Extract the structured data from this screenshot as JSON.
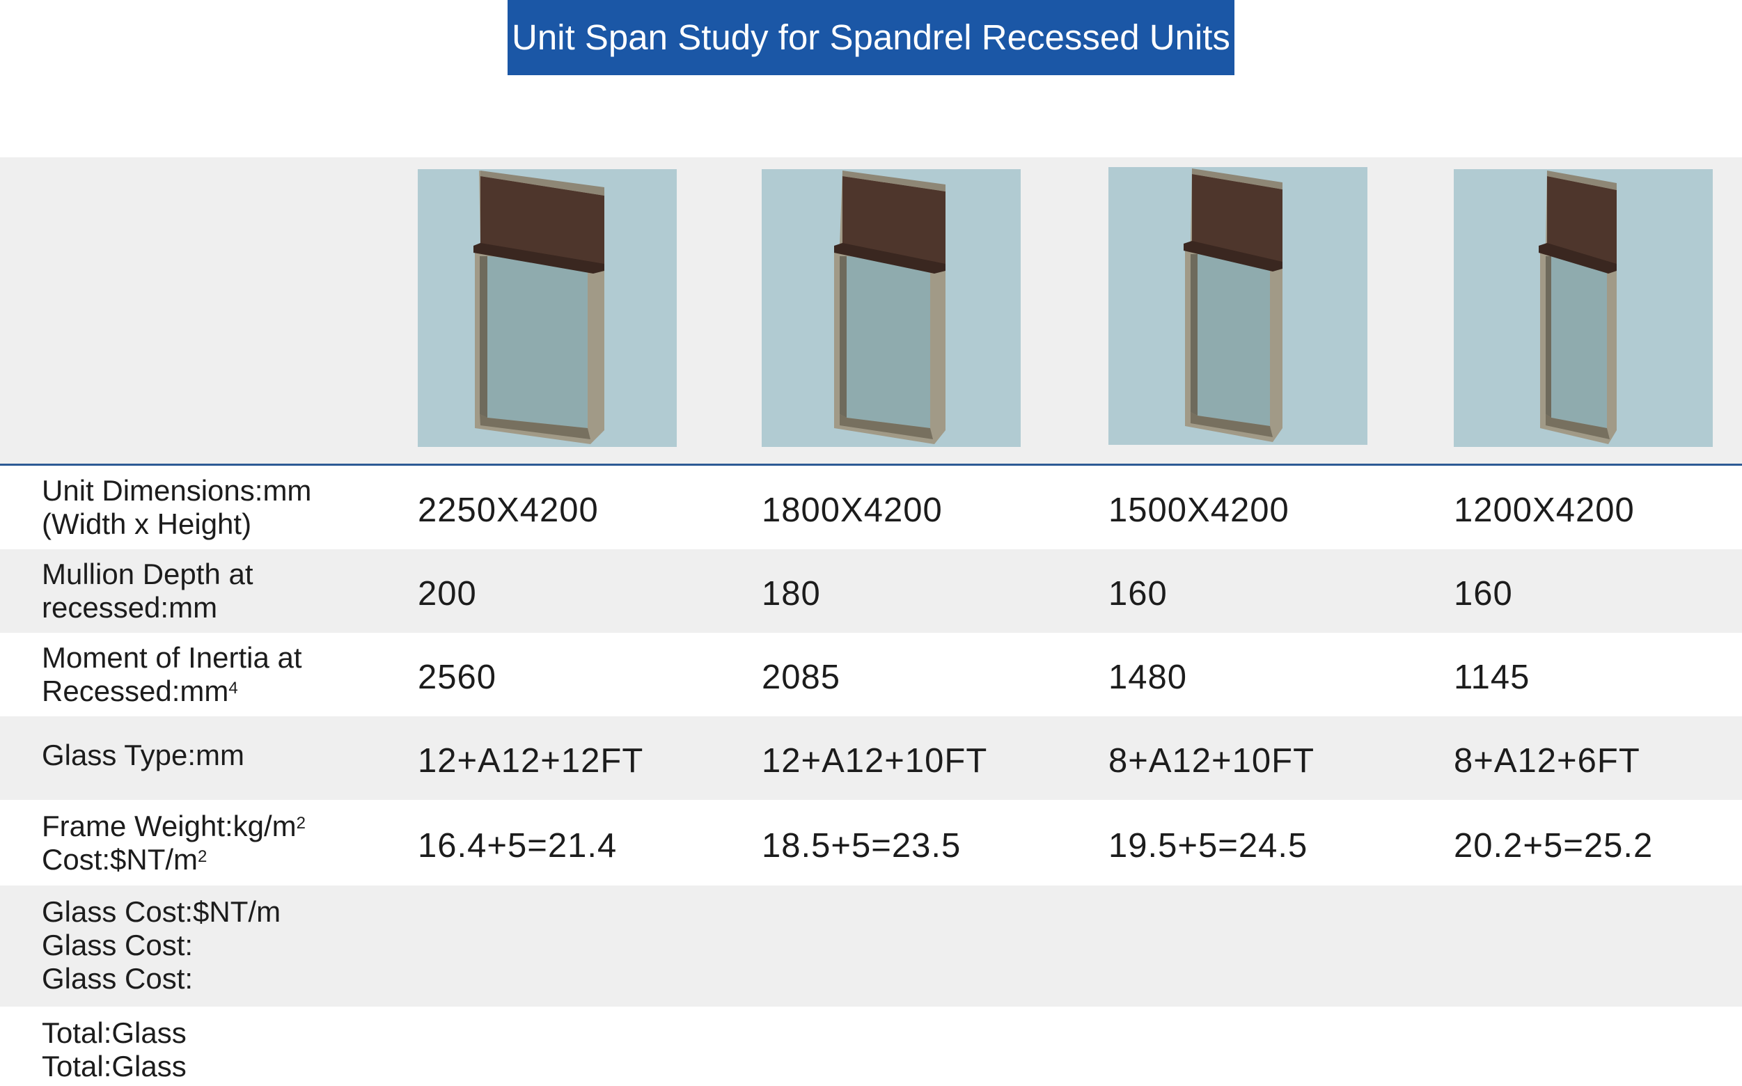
{
  "title": "Unit Span Study for Spandrel Recessed Units",
  "colors": {
    "title_bg": "#1b57a6",
    "divider": "#2d5a95",
    "shade_row": "#efefef",
    "image_bg": "#b1cbd2",
    "spandrel_panel": "#4e362c",
    "glass": "#8fabae",
    "frame": "#a19a87"
  },
  "units": [
    {
      "image": "unit-2250-render"
    },
    {
      "image": "unit-1800-render"
    },
    {
      "image": "unit-1500-render"
    },
    {
      "image": "unit-1200-render"
    }
  ],
  "rows": [
    {
      "label_lines": [
        "Unit Dimensions:mm",
        "(Width x Height)"
      ],
      "values": [
        "2250X4200",
        "1800X4200",
        "1500X4200",
        "1200X4200"
      ]
    },
    {
      "label_lines": [
        "Mullion Depth at",
        "recessed:mm"
      ],
      "values": [
        "200",
        "180",
        "160",
        "160"
      ]
    },
    {
      "label_lines": [
        "Moment of Inertia at",
        "Recessed:mm"
      ],
      "label_sup": "4",
      "values": [
        "2560",
        "2085",
        "1480",
        "1145"
      ]
    },
    {
      "label_lines": [
        "Glass Type:mm"
      ],
      "values": [
        "12+A12+12FT",
        "12+A12+10FT",
        "8+A12+10FT",
        "8+A12+6FT"
      ]
    },
    {
      "label_lines": [
        "Frame Weight:kg/m",
        "Cost:$NT/m"
      ],
      "label_sup": "2",
      "values": [
        "16.4+5=21.4",
        "18.5+5=23.5",
        "19.5+5=24.5",
        "20.2+5=25.2"
      ]
    },
    {
      "label_lines": [
        "Glass Cost:$NT/m",
        "Glass Cost:",
        "Glass Cost:"
      ],
      "values": [
        "",
        "",
        "",
        ""
      ]
    },
    {
      "label_lines": [
        "Total:Glass",
        "Total:Glass"
      ],
      "values": [
        "",
        "",
        "",
        ""
      ]
    }
  ]
}
